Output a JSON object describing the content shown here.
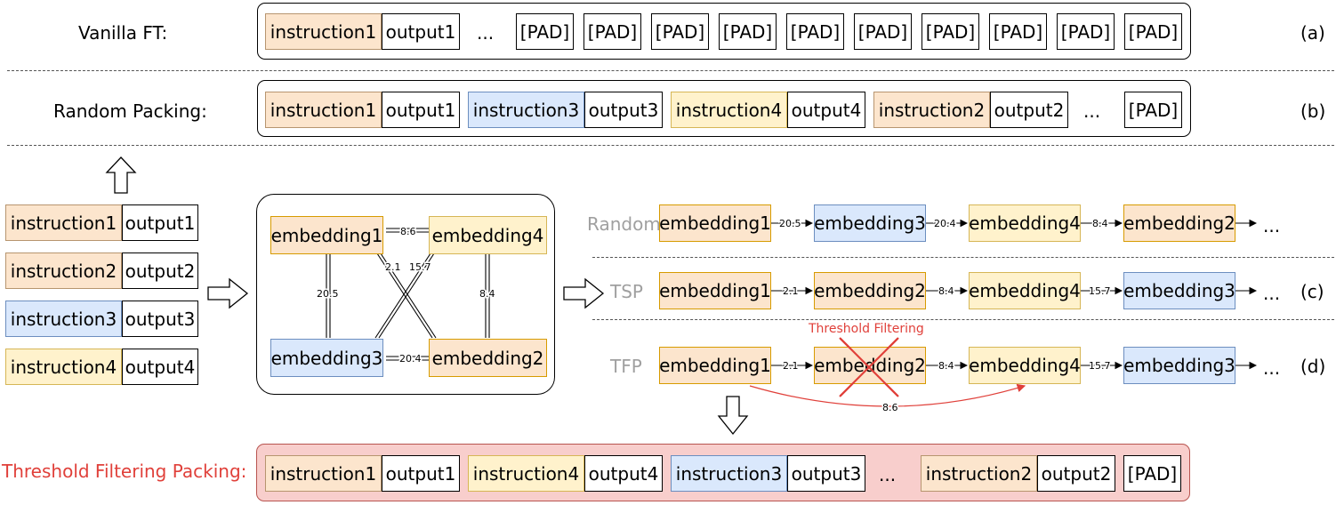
{
  "rows": {
    "vanilla": {
      "label": "Vanilla FT:",
      "tag": "(a)"
    },
    "random": {
      "label": "Random Packing:",
      "tag": "(b)"
    },
    "tfp_pack": {
      "label": "Threshold Filtering Packing:"
    }
  },
  "tokens": {
    "instruction1": "instruction1",
    "instruction2": "instruction2",
    "instruction3": "instruction3",
    "instruction4": "instruction4",
    "output1": "output1",
    "output2": "output2",
    "output3": "output3",
    "output4": "output4",
    "pad": "[PAD]",
    "ellipsis": "...",
    "ellipsis_short": "…"
  },
  "embeddings": {
    "e1": "embedding1",
    "e2": "embedding2",
    "e3": "embedding3",
    "e4": "embedding4"
  },
  "graph_weights": {
    "e1_e4": "8.6",
    "e1_e3": "20.5",
    "e1_e2": "2.1",
    "e4_e3": "15.7",
    "e4_e2": "8.4",
    "e3_e2": "20.4"
  },
  "orderings": {
    "random": {
      "label": "Random",
      "weights": [
        "20.5",
        "20.4",
        "8.4"
      ]
    },
    "tsp": {
      "label": "TSP",
      "tag": "(c)",
      "weights": [
        "2.1",
        "8.4",
        "15.7"
      ]
    },
    "tfp": {
      "label": "TFP",
      "tag": "(d)",
      "weights": [
        "2.1",
        "8.4",
        "15.7"
      ],
      "skip_weight": "8.6",
      "filter_label": "Threshold Filtering"
    }
  },
  "colors": {
    "instruction1": "#fce5cd",
    "instruction2": "#fce5cd",
    "instruction3": "#dae8fc",
    "instruction4": "#fff2cc",
    "tfp_frame": "#f8cecc",
    "threshold_red": "#e0403a"
  }
}
